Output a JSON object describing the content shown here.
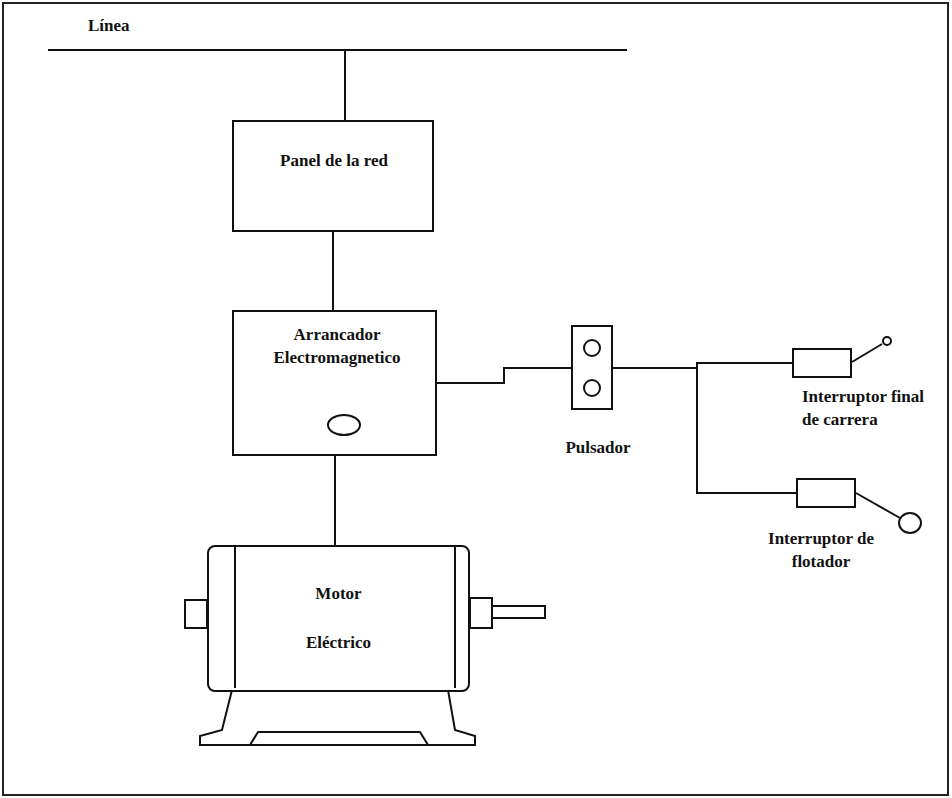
{
  "diagram": {
    "nodes": [
      {
        "text": [
          "Panel de la red"
        ]
      },
      {
        "text": [
          "Arrancador Electromagnetico"
        ]
      },
      {
        "text": [
          "Motor Eléctrico"
        ]
      },
      {
        "text": [
          "Pulsador"
        ]
      },
      {
        "text": [
          "Interruptor final de carrera"
        ]
      },
      {
        "text": [
          "Interruptor de flotador"
        ]
      }
    ],
    "edges": [
      {
        "from": 0,
        "to": 1,
        "arrow": "none"
      },
      {
        "from": 1,
        "to": 2,
        "arrow": "none"
      },
      {
        "from": 1,
        "to": 3,
        "arrow": "none"
      },
      {
        "from": 3,
        "to": 4,
        "arrow": "none"
      },
      {
        "from": 3,
        "to": 5,
        "arrow": "none"
      }
    ],
    "labels": [
      "Línea"
    ]
  }
}
